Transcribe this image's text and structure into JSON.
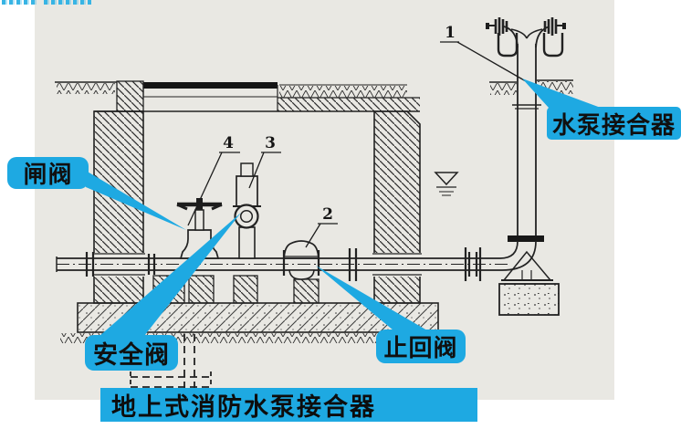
{
  "document": {
    "caption": "地上式消防水泵接合器"
  },
  "callouts": [
    {
      "id": "pump-adapter",
      "label": "水泵接合器"
    },
    {
      "id": "gate-valve",
      "label": "闸阀"
    },
    {
      "id": "safety-valve",
      "label": "安全阀"
    },
    {
      "id": "check-valve",
      "label": "止回阀"
    }
  ],
  "part_numbers": [
    {
      "number": "1",
      "points_to": "水泵接合器"
    },
    {
      "number": "2",
      "points_to": "止回阀"
    },
    {
      "number": "3",
      "points_to": "安全阀"
    },
    {
      "number": "4",
      "points_to": "闸阀"
    }
  ],
  "colors": {
    "callout_bg": "#1ea9e2",
    "paper": "#e9e8e3",
    "ink": "#222222"
  }
}
